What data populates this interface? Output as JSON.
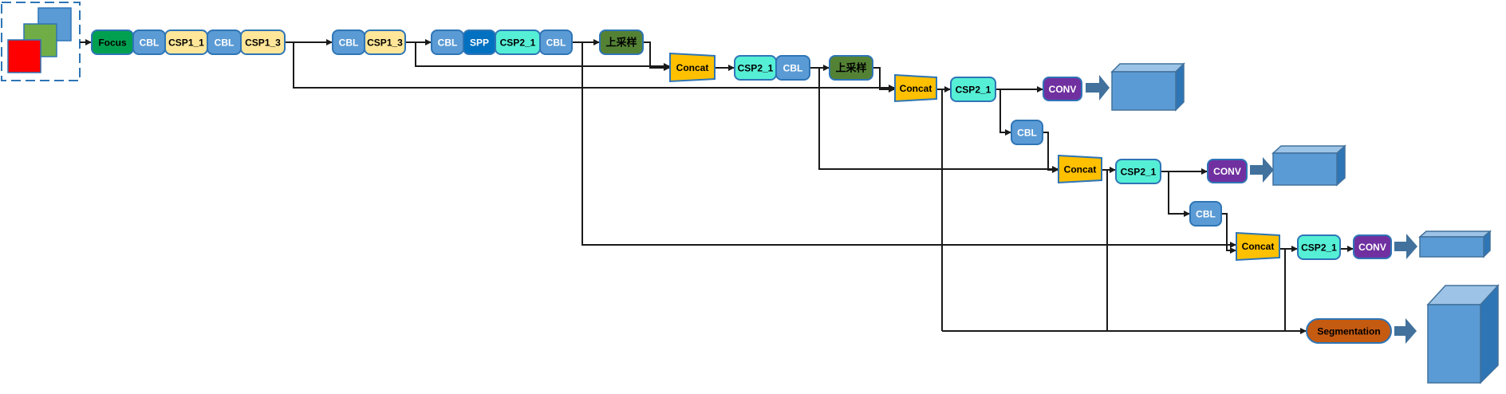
{
  "colors": {
    "focus": "#00A050",
    "cbl": "#5B9BD5",
    "csp1": "#FFE699",
    "spp": "#0070C0",
    "csp2": "#55EFD6",
    "upsample": "#548235",
    "concat": "#FFC000",
    "conv": "#7030A0",
    "segmentation": "#C55A11",
    "output": "#5B9BD5",
    "arrow": "#41719C",
    "line": "#1A1A1A",
    "input_blue": "#5B9BD5",
    "input_green": "#70AD47",
    "input_red": "#FF0000",
    "input_border": "#2E75B6"
  },
  "labels": {
    "focus": "Focus",
    "cbl": "CBL",
    "csp1_1": "CSP1_1",
    "csp1_3": "CSP1_3",
    "spp": "SPP",
    "csp2_1": "CSP2_1",
    "upsample": "上采样",
    "concat": "Concat",
    "conv": "CONV",
    "segmentation": "Segmentation"
  }
}
